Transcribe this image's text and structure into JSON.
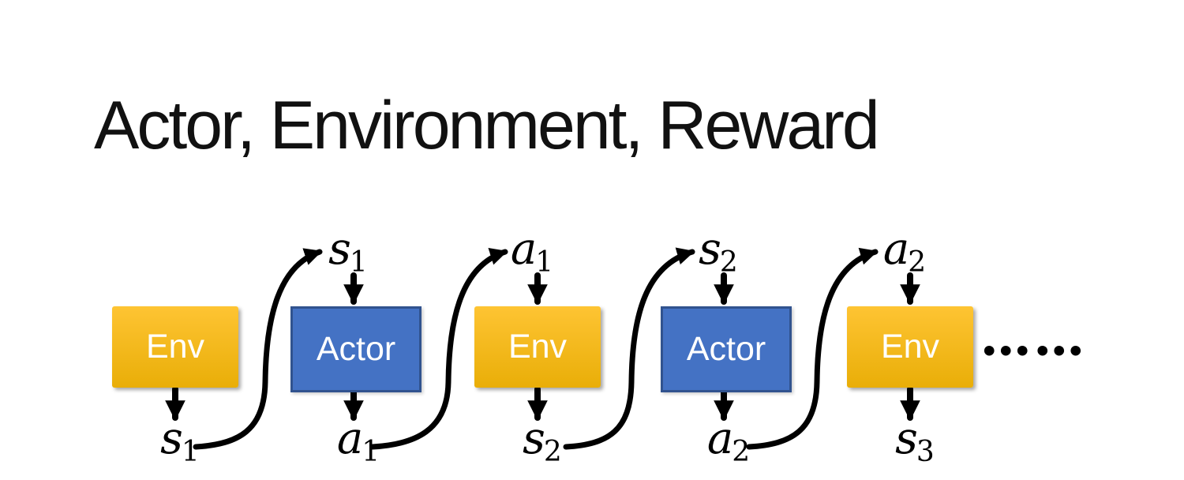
{
  "title": "Actor, Environment, Reward",
  "colors": {
    "env_top": "#FEC433",
    "env_bottom": "#E9AE08",
    "actor_fill": "#4472C4",
    "actor_border": "#31538F",
    "box_text": "#FFFFFF",
    "arrow": "#000000",
    "title_text": "#111111"
  },
  "diagram": {
    "boxes": [
      {
        "label": "Env"
      },
      {
        "label": "Actor"
      },
      {
        "label": "Env"
      },
      {
        "label": "Actor"
      },
      {
        "label": "Env"
      }
    ],
    "top_labels": [
      {
        "base": "s",
        "sub": "1"
      },
      {
        "base": "a",
        "sub": "1"
      },
      {
        "base": "s",
        "sub": "2"
      },
      {
        "base": "a",
        "sub": "2"
      }
    ],
    "bottom_labels": [
      {
        "base": "s",
        "sub": "1"
      },
      {
        "base": "a",
        "sub": "1"
      },
      {
        "base": "s",
        "sub": "2"
      },
      {
        "base": "a",
        "sub": "2"
      },
      {
        "base": "s",
        "sub": "3"
      }
    ],
    "ellipsis": "••• •••"
  }
}
